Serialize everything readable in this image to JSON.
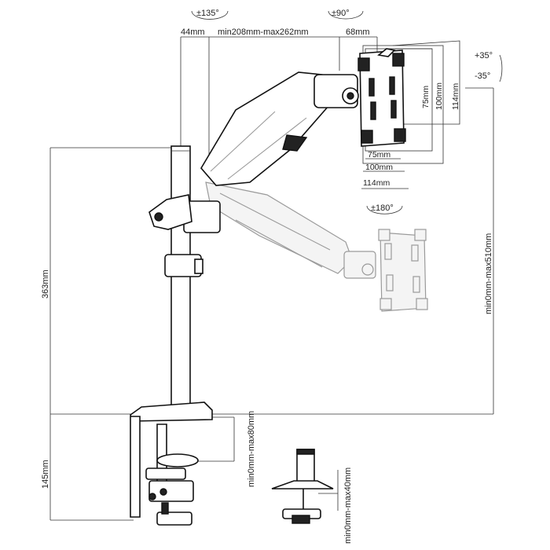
{
  "rotation_labels": {
    "arm_rotation": "±135°",
    "tilt_top": "±90°",
    "rotate_screen": "±180°",
    "tilt_up": "+35°",
    "tilt_down": "-35°"
  },
  "top_dimensions": {
    "pole_offset": "44mm",
    "arm_extension": "min208mm-max262mm",
    "head_depth": "68mm"
  },
  "vesa": {
    "inner_v": "75mm",
    "outer_v": "100mm",
    "plate_v": "114mm",
    "inner_h": "75mm",
    "outer_h": "100mm",
    "plate_h": "114mm"
  },
  "side_dimensions": {
    "height_adjust": "min0mm-max510mm",
    "pole_height": "363mm",
    "clamp_height": "145mm",
    "clamp_range": "min0mm-max80mm",
    "grommet_range": "min0mm-max40mm"
  },
  "colors": {
    "line": "#111111",
    "ghost": "#9a9a9a",
    "text": "#222222"
  }
}
